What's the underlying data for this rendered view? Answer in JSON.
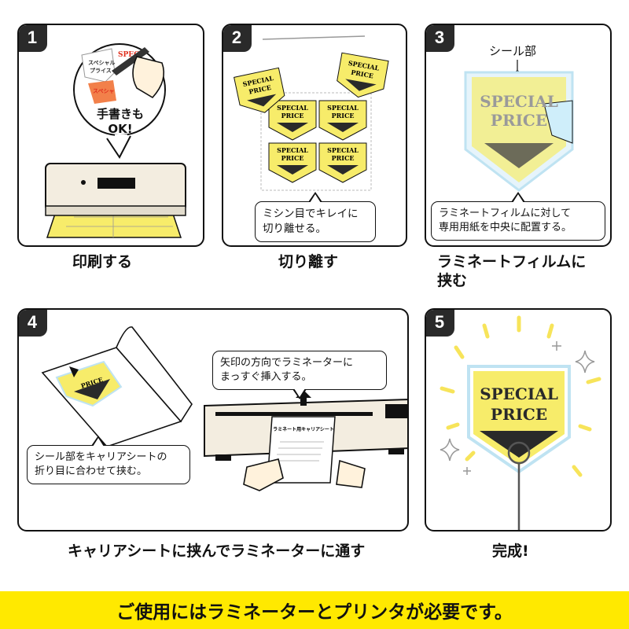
{
  "steps": [
    {
      "number": "1",
      "caption": "印刷する",
      "marker_text": "手書きも\nOK!",
      "tag_text_a": "スペシャル\nプライス",
      "tag_text_b": "SPECI",
      "tag_text_c": "スペシャ\nプラ"
    },
    {
      "number": "2",
      "caption": "切り離す",
      "bubble": "ミシン目でキレイに\n切り離せる。"
    },
    {
      "number": "3",
      "caption": "ラミネートフィルムに\n挟む",
      "label": "シール部",
      "bubble": "ラミネートフィルムに対して\n専用用紙を中央に配置する。"
    },
    {
      "number": "4",
      "caption": "キャリアシートに挟んでラミネーターに通す",
      "bubble_top": "矢印の方向でラミネーターに\nまっすぐ挿入する。",
      "bubble_bottom": "シール部をキャリアシートの\n折り目に合わせて挟む。",
      "carrier_title": "ラミネート用キャリアシート"
    },
    {
      "number": "5",
      "caption": "完成!"
    }
  ],
  "tag": {
    "line1": "SPECIAL",
    "line2": "PRICE"
  },
  "footer": "ご使用にはラミネーターとプリンタが必要です。",
  "colors": {
    "yellow": "#ffe900",
    "tag_yellow": "#f7ec6a",
    "dark": "#2a2a2a",
    "cream": "#f3ede0",
    "film": "#bfe3f2"
  }
}
